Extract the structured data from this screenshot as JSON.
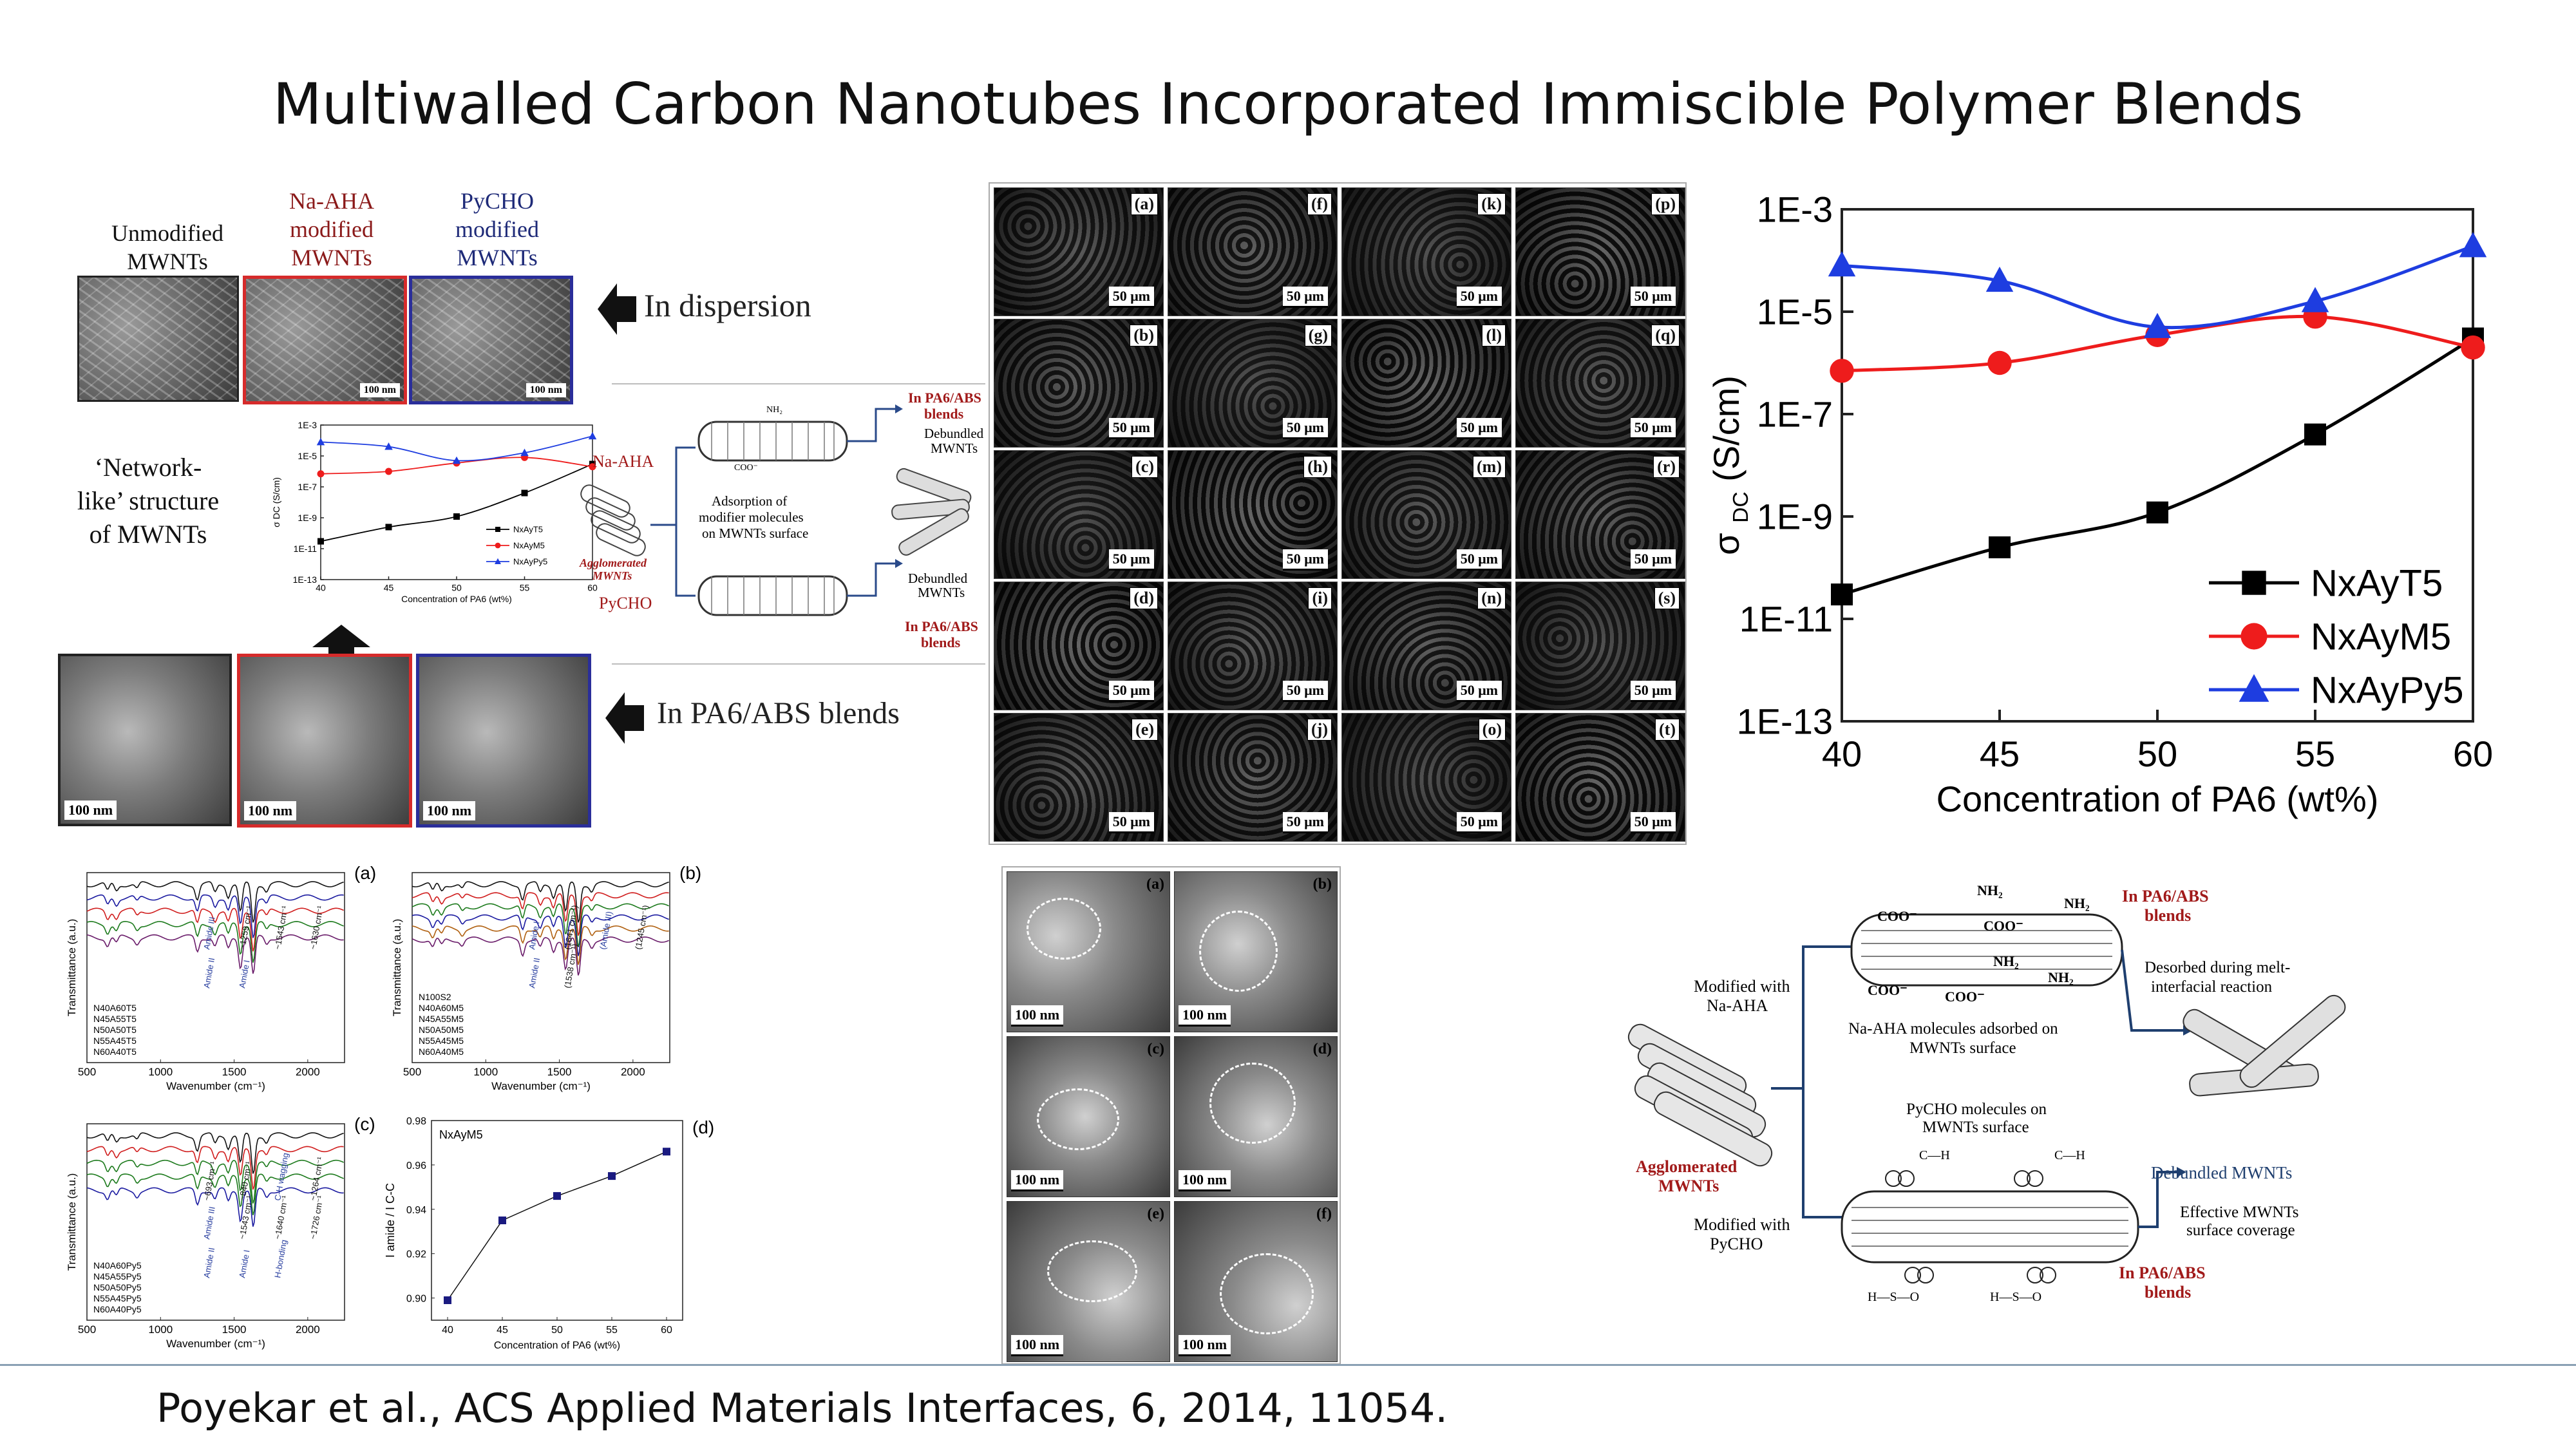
{
  "slide": {
    "title": "Multiwalled Carbon Nanotubes Incorporated Immiscible Polymer Blends",
    "citation": "Poyekar et al., ACS Applied Materials Interfaces, 6, 2014, 11054."
  },
  "panel_tl": {
    "headers": [
      {
        "text": "Unmodified\nMWNTs",
        "color": "#111111"
      },
      {
        "text": "Na-AHA\nmodified\nMWNTs",
        "color": "#8b1a1a"
      },
      {
        "text": "PyCHO\nmodified\nMWNTs",
        "color": "#1e2a78"
      }
    ],
    "sem_scale": [
      "100 nm",
      "100 nm"
    ],
    "dispersion_label": "In dispersion",
    "blends_label": "In PA6/ABS blends",
    "network_text": "‘Network-\nlike’ structure\nof MWNTs",
    "tem_scale": [
      "100 nm",
      "100 nm",
      "100 nm"
    ],
    "frame_colors": [
      "#222222",
      "#d62b2b",
      "#2a2e9a"
    ]
  },
  "mechanism_small": {
    "na_aha": "Na-AHA",
    "pycho": "PyCHO",
    "agglomerated": "Agglomerated\nMWNTs",
    "adsorption": "Adsorption of\nmodifier molecules\non MWNTs surface",
    "blends_top": "In PA6/ABS\nblends",
    "debundled_top": "Debundled\nMWNTs",
    "debundled_bottom": "Debundled\nMWNTs",
    "blends_bottom": "In PA6/ABS\nblends",
    "nh2": "NH2",
    "coo": "COO"
  },
  "sem_grid": {
    "labels": [
      "(a)",
      "(b)",
      "(c)",
      "(d)",
      "(e)",
      "(f)",
      "(g)",
      "(h)",
      "(i)",
      "(j)",
      "(k)",
      "(l)",
      "(m)",
      "(n)",
      "(o)",
      "(p)",
      "(q)",
      "(r)",
      "(s)",
      "(t)"
    ],
    "scale": "50 μm"
  },
  "chart_main": {
    "type": "line",
    "ylabel": "σ DC (S/cm)",
    "ylabel_main": "σ",
    "ylabel_sub": "DC",
    "ylabel_unit": "(S/cm)",
    "xlabel": "Concentration of PA6 (wt%)",
    "x": [
      40,
      45,
      50,
      55,
      60
    ],
    "ytick_labels": [
      "1E-3",
      "1E-5",
      "1E-7",
      "1E-9",
      "1E-11",
      "1E-13"
    ],
    "log_scale": true,
    "ylim_exp": [
      -13,
      -3
    ],
    "series": [
      {
        "name": "NxAyT5",
        "color": "#000000",
        "marker": "square",
        "values": [
          3e-11,
          2.5e-10,
          1.2e-09,
          4e-08,
          3e-06
        ]
      },
      {
        "name": "NxAyM5",
        "color": "#ee1c1c",
        "marker": "circle",
        "values": [
          7e-07,
          1e-06,
          3.5e-06,
          8e-06,
          2e-06
        ]
      },
      {
        "name": "NxAyPy5",
        "color": "#1e3de0",
        "marker": "triangle",
        "values": [
          8e-05,
          4e-05,
          5e-06,
          1.6e-05,
          0.00019
        ]
      }
    ],
    "legend_position": "bottom-right"
  },
  "chart_inset": {
    "type": "line",
    "ylabel": "σ DC (S/cm)",
    "xlabel": "Concentration of PA6 (wt%)",
    "x": [
      40,
      45,
      50,
      55,
      60
    ],
    "ytick_labels": [
      "1E-3",
      "1E-5",
      "1E-7",
      "1E-9",
      "1E-11",
      "1E-13"
    ],
    "series": [
      {
        "name": "NxAyT5",
        "color": "#000000",
        "values": [
          3e-11,
          2.5e-10,
          1.2e-09,
          4e-08,
          3e-06
        ]
      },
      {
        "name": "NxAyM5",
        "color": "#ee1c1c",
        "values": [
          7e-07,
          1e-06,
          3.5e-06,
          8e-06,
          2e-06
        ]
      },
      {
        "name": "NxAyPy5",
        "color": "#1e3de0",
        "values": [
          8e-05,
          4e-05,
          5e-06,
          1.6e-05,
          0.00019
        ]
      }
    ]
  },
  "ftir": {
    "ylabel": "Transmittance (a.u.)",
    "xlabel": "Wavenumber (cm⁻¹)",
    "xticks": [
      "500",
      "1000",
      "1500",
      "2000"
    ],
    "a": {
      "tag": "(a)",
      "legend": [
        "N40A60T5",
        "N45A55T5",
        "N50A50T5",
        "N55A45T5",
        "N60A40T5"
      ],
      "annotations": [
        "Amide III",
        "~1259 cm⁻¹",
        "~1543 cm⁻¹",
        "~1630 cm⁻¹",
        "Amide II",
        "Amide I"
      ]
    },
    "b": {
      "tag": "(b)",
      "legend": [
        "N100S2",
        "N40A60M5",
        "N45A55M5",
        "N50A50M5",
        "N55A45M5",
        "N60A40M5"
      ],
      "annotations": [
        "Amide I",
        "(1641 cm⁻¹)",
        "(Amide III)",
        "(1245 cm⁻¹)",
        "Amide II",
        "(1538 cm⁻¹)"
      ]
    },
    "c": {
      "tag": "(c)",
      "legend": [
        "N40A60Py5",
        "N45A55Py5",
        "N50A50Py5",
        "N55A45Py5",
        "N60A40Py5"
      ],
      "annotations": [
        "~693 cm⁻¹",
        "~840 cm⁻¹",
        "C-H wagging",
        "~1264 cm⁻¹",
        "Amide III",
        "~1543 cm⁻¹",
        "~1640 cm⁻¹",
        "~1726 cm⁻¹",
        "Amide II",
        "Amide I",
        "H-bonding"
      ]
    }
  },
  "chart_d": {
    "type": "line",
    "tag": "(d)",
    "series_label": "NxAyM5",
    "ylabel": "I amide / I C-C",
    "xlabel": "Concentration of PA6 (wt%)",
    "x": [
      40,
      45,
      50,
      55,
      60
    ],
    "values": [
      0.899,
      0.935,
      0.946,
      0.955,
      0.966
    ],
    "ylim": [
      0.89,
      0.98
    ],
    "yticks": [
      "0.90",
      "0.92",
      "0.94",
      "0.96",
      "0.98"
    ],
    "xticks": [
      "40",
      "45",
      "50",
      "55",
      "60"
    ]
  },
  "tem_grid": {
    "labels": [
      "(a)",
      "(b)",
      "(c)",
      "(d)",
      "(e)",
      "(f)"
    ],
    "scale": "100 nm"
  },
  "mechanism_large": {
    "nh2": "NH2",
    "coo": "COO",
    "blends_top": "In PA6/ABS\nblends",
    "desorbed": "Desorbed during melt-\ninterfacial reaction",
    "modified_na": "Modified with\nNa-AHA",
    "na_adsorbed": "Na-AHA molecules adsorbed on\nMWNTs surface",
    "agglomerated": "Agglomerated\nMWNTs",
    "pycho_surface": "PyCHO molecules on\nMWNTs surface",
    "modified_py": "Modified with\nPyCHO",
    "debundled": "Debundled MWNTs",
    "coverage": "Effective MWNTs\nsurface coverage",
    "blends_bottom": "In PA6/ABS\nblends",
    "cho": "C—H",
    "sulfo": "H—S—O"
  }
}
